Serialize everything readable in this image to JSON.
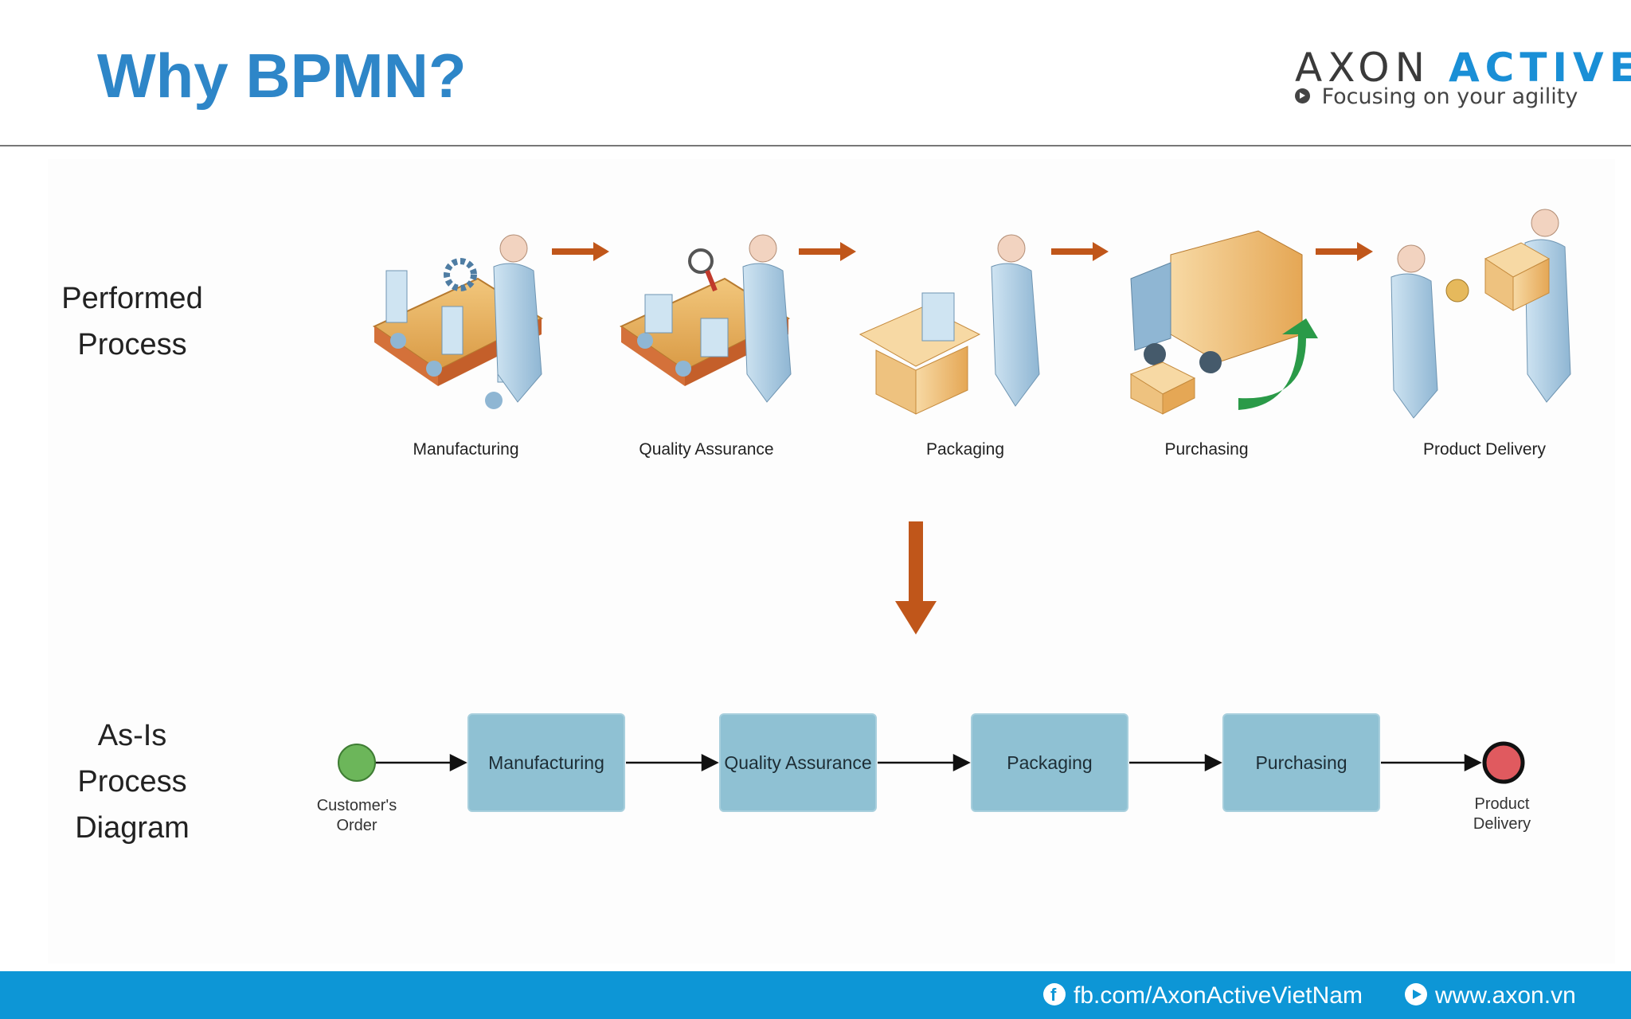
{
  "header": {
    "title": "Why BPMN?",
    "logo": {
      "name_part1": "AXON",
      "name_part2": "ACTIVE",
      "tagline": "Focusing on your agility"
    }
  },
  "performed_process": {
    "label_line1": "Performed",
    "label_line2": "Process",
    "steps": [
      "Manufacturing",
      "Quality Assurance",
      "Packaging",
      "Purchasing",
      "Product Delivery"
    ]
  },
  "as_is_diagram": {
    "label_line1": "As-Is",
    "label_line2": "Process",
    "label_line3": "Diagram",
    "start_event_line1": "Customer's",
    "start_event_line2": "Order",
    "tasks": [
      "Manufacturing",
      "Quality Assurance",
      "Packaging",
      "Purchasing"
    ],
    "end_event_line1": "Product",
    "end_event_line2": "Delivery"
  },
  "footer": {
    "facebook": "fb.com/AxonActiveVietNam",
    "website": "www.axon.vn"
  },
  "colors": {
    "title": "#2e86c8",
    "footer_bg": "#0d96d6",
    "flow_arrow": "#c0561a",
    "task_fill": "#8fc1d3",
    "start_event": "#6cb65a",
    "end_event": "#e05a5f"
  }
}
